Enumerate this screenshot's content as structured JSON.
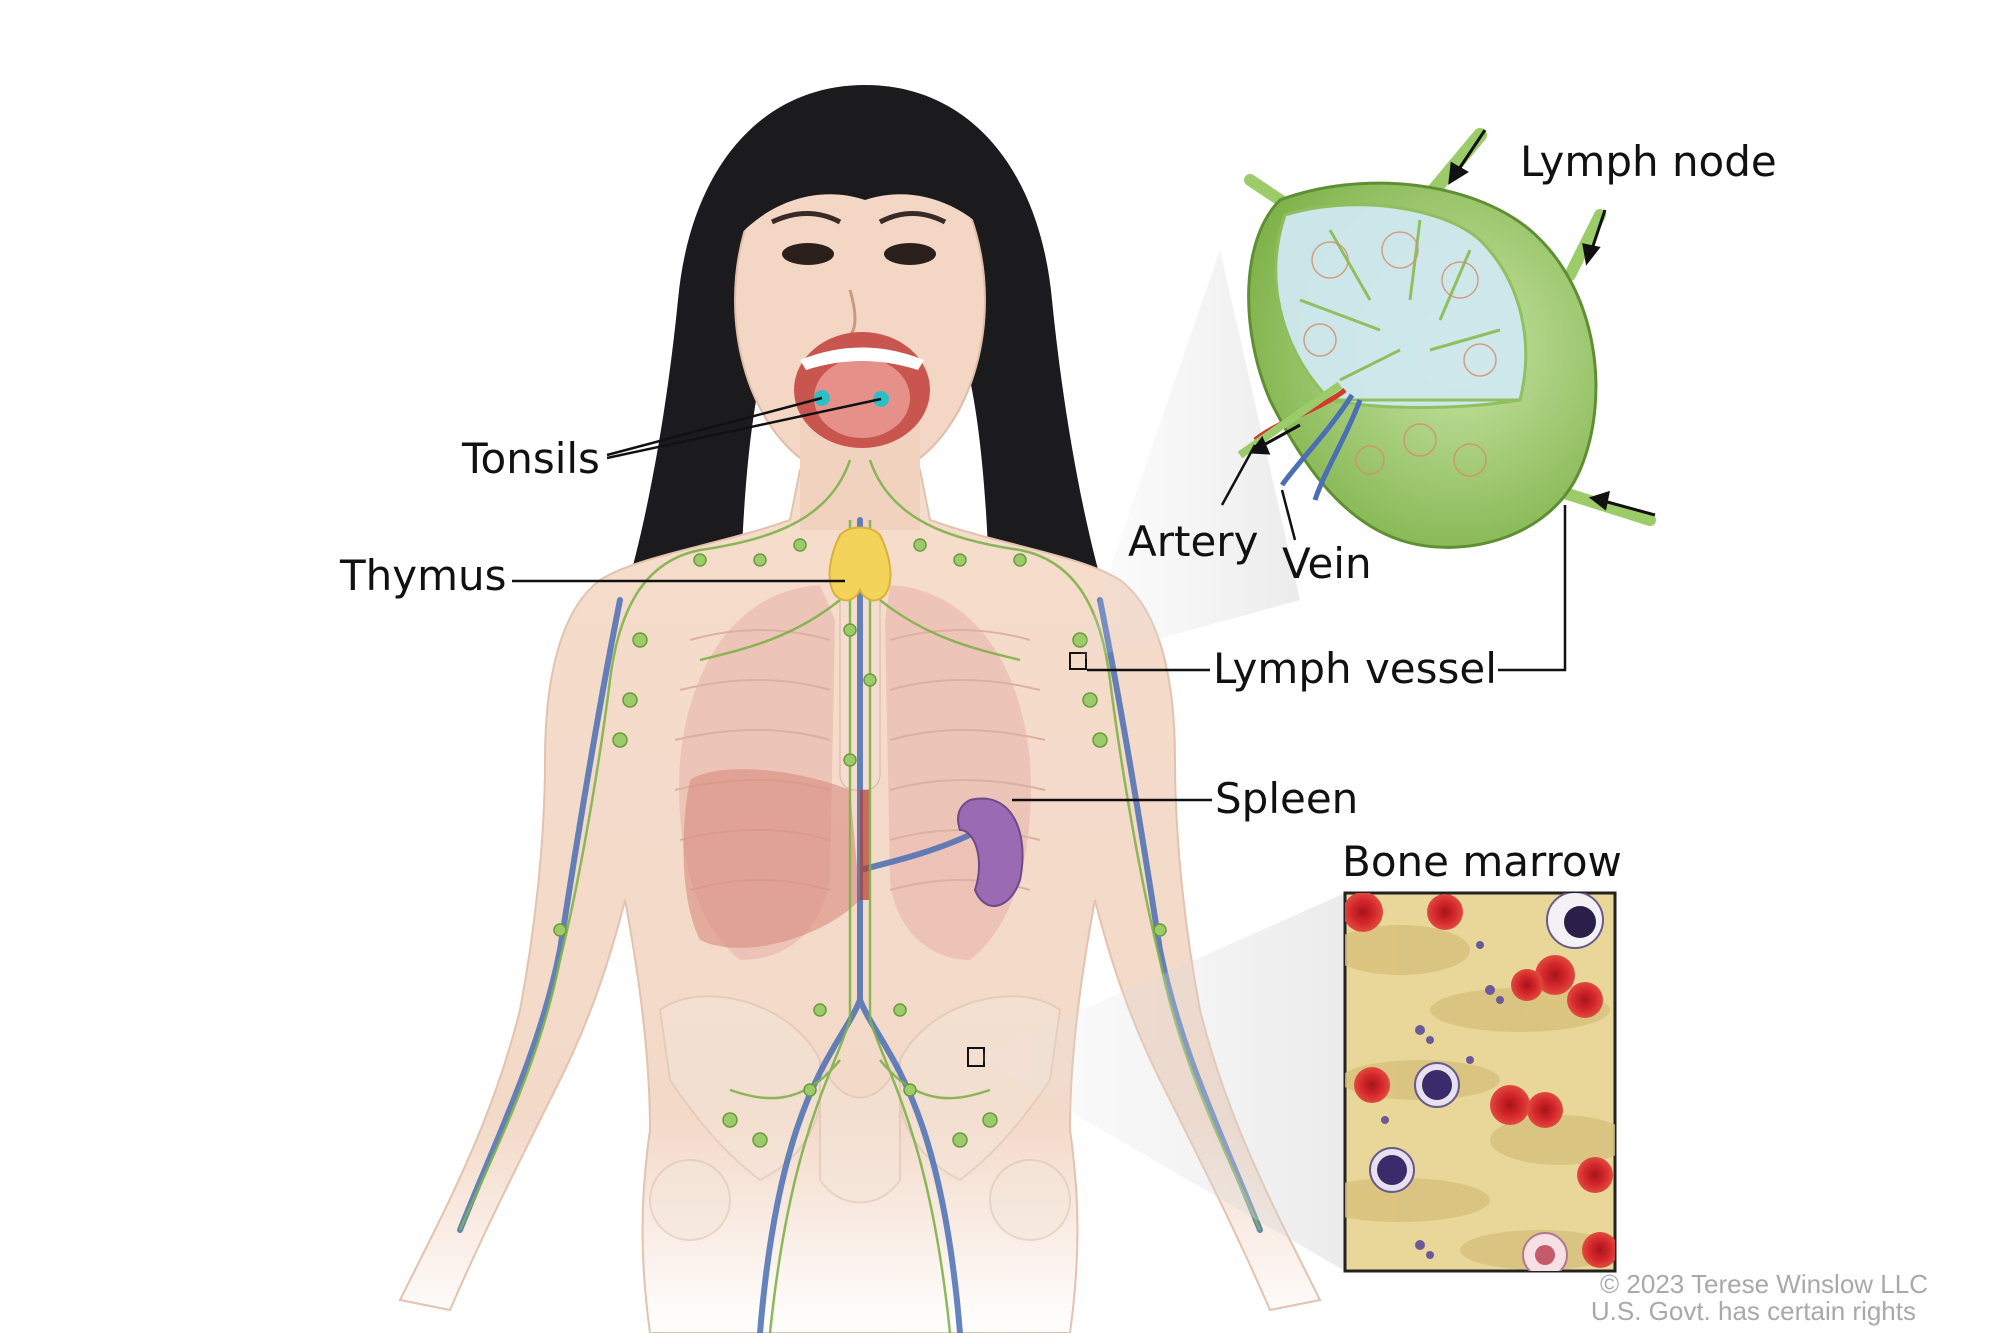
{
  "labels": {
    "tonsils": "Tonsils",
    "thymus": "Thymus",
    "lymph_vessel": "Lymph vessel",
    "spleen": "Spleen",
    "lymph_node": "Lymph node",
    "artery": "Artery",
    "vein": "Vein",
    "bone_marrow": "Bone marrow"
  },
  "credit": {
    "line1": "© 2023 Terese Winslow LLC",
    "line2": "U.S. Govt. has certain rights"
  },
  "colors": {
    "skin": "#f3d6c2",
    "hair": "#1b1b1d",
    "lymph_green": "#7fb24a",
    "node_green": "#9ccc6a",
    "vein_blue": "#4a6fb5",
    "artery_red": "#d23a2a",
    "spleen_purple": "#9a6bb3",
    "thymus_yellow": "#f3d35a",
    "marrow_yellow": "#e9d79a",
    "rbc_red": "#d3262b"
  }
}
